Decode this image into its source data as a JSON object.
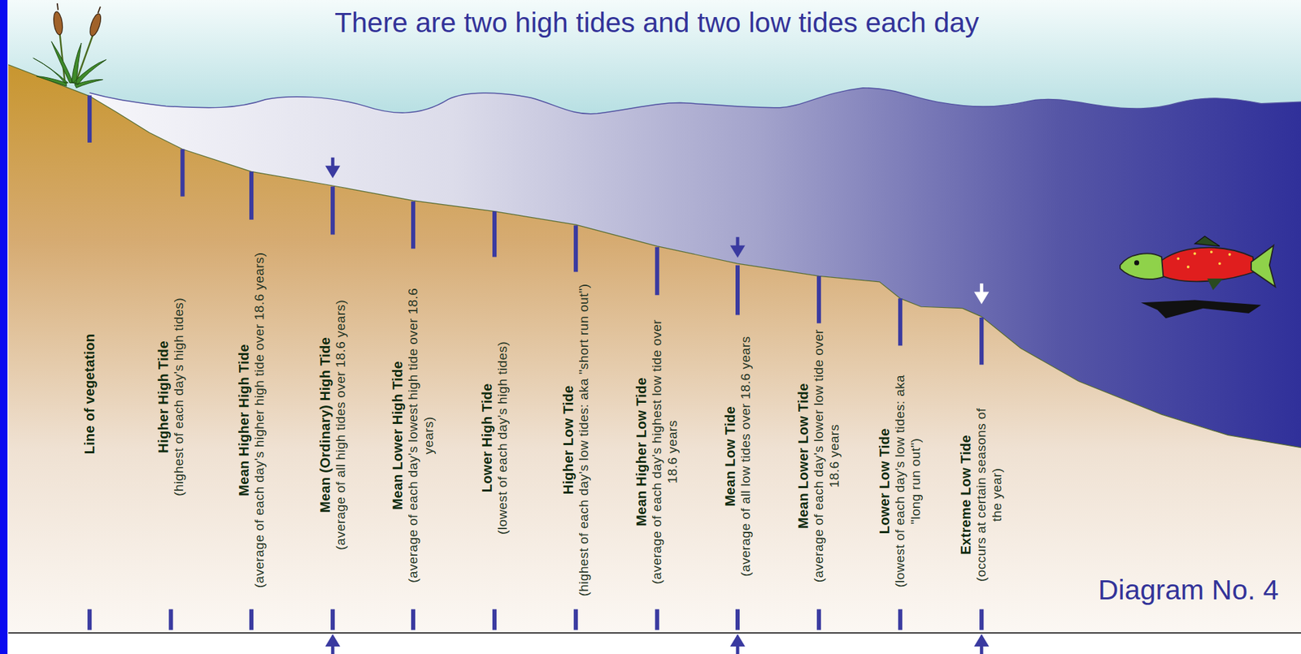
{
  "diagram": {
    "title": "There are two high tides and two low tides each day",
    "labels": [
      "Line of vegetation",
      "Higher High Tide",
      "(highest of each day's high tides)",
      "Mean Higher High Tide",
      "(average of each day's higher high tide over 18.6 years)",
      "Mean (Ordinary) High Tide",
      "(average of all high tides over 18.6 years)",
      "Mean Lower High Tide",
      "(average of each day's lowest high tide over 18.6 years)",
      "Lower High Tide",
      "(lowest of each day's high tides)",
      "Higher Low Tide",
      "(highest of each day's low tides: aka \"short run out\")",
      "Mean Higher Low Tide",
      "(average of each day's highest low tide over 18.6 years",
      "Mean Low Tide",
      "(average of all low tides over 18.6 years",
      "Mean Lower Low Tide",
      "(average of each day's lower low tide over 18.6 years",
      "Lower Low Tide",
      "(lowest of each day's low tides: aka \"long run out\")",
      "Extreme Low Tide",
      "(occurs at certain seasons of the year)",
      "Diagram No. 4"
    ]
  }
}
